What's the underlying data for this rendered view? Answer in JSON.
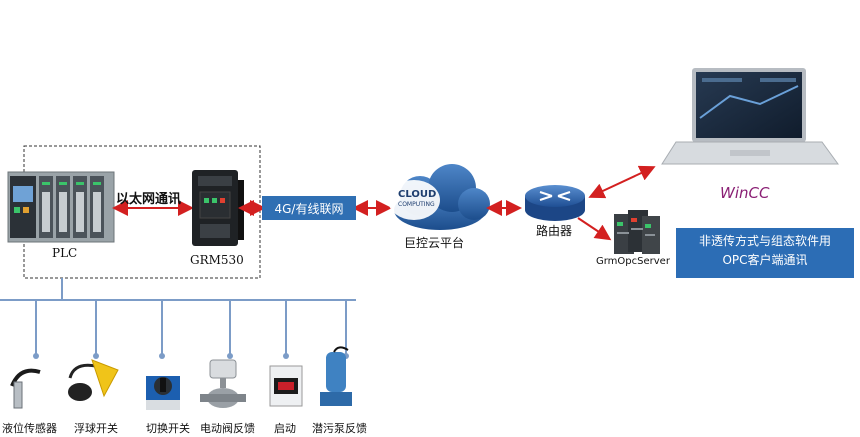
{
  "plc": {
    "label": "PLC"
  },
  "ethernet": {
    "label": "以太网通讯"
  },
  "gateway": {
    "label": "GRM530"
  },
  "network": {
    "label": "4G/有线联网"
  },
  "cloud": {
    "label": "巨控云平台",
    "logo_line1": "CLOUD",
    "logo_line2": "COMPUTING"
  },
  "router": {
    "label": "路由器"
  },
  "opc_server": {
    "label": "GrmOpcServer"
  },
  "wincc": {
    "logo": "WinCC"
  },
  "message": {
    "line1": "非透传方式与组态软件用",
    "line2": "OPC客户端通讯"
  },
  "devices": [
    {
      "label": "液位传感器",
      "icon": "level-sensor-icon"
    },
    {
      "label": "浮球开关",
      "icon": "float-switch-icon"
    },
    {
      "label": "切换开关",
      "icon": "selector-switch-icon"
    },
    {
      "label": "电动阀反馈",
      "icon": "electric-valve-icon"
    },
    {
      "label": "启动",
      "icon": "contactor-icon"
    },
    {
      "label": "潜污泵反馈",
      "icon": "sewage-pump-icon"
    }
  ],
  "colors": {
    "accent_blue": "#2f6fb3",
    "arrow_red": "#d32020",
    "bus_blue": "#7c9cc7"
  }
}
